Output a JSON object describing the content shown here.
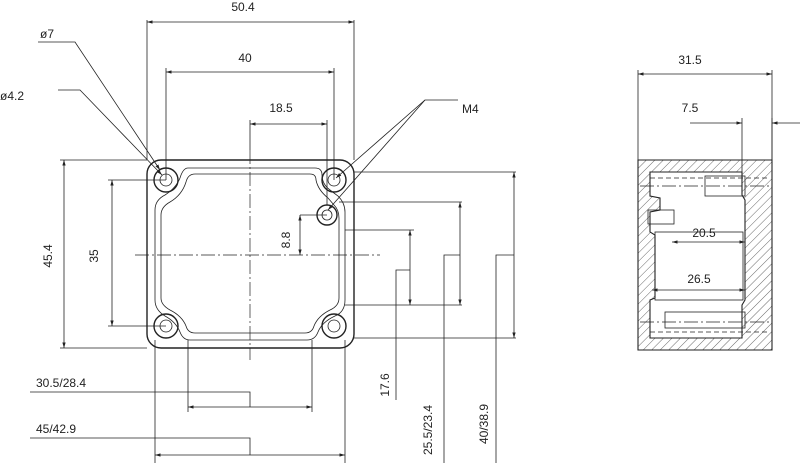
{
  "labels": {
    "d_50_4": "50.4",
    "d_40": "40",
    "d_18_5": "18.5",
    "d_o7": "ø7",
    "d_o4_2": "ø4.2",
    "d_m4": "M4",
    "d_45_4": "45.4",
    "d_35": "35",
    "d_8_8": "8.8",
    "d_17_6": "17.6",
    "d_25_5_23_4": "25.5/23.4",
    "d_40_38_9": "40/38.9",
    "d_30_5_28_4": "30.5/28.4",
    "d_45_42_9": "45/42.9",
    "d_31_5": "31.5",
    "d_7_5": "7.5",
    "d_20_5": "20.5",
    "d_26_5": "26.5"
  }
}
